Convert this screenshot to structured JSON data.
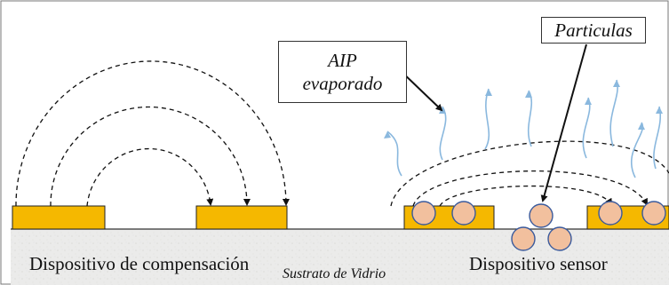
{
  "labels": {
    "compensation_device": "Dispositivo de compensación",
    "sensor_device": "Dispositivo sensor",
    "substrate": "Sustrato de Vidrio",
    "aip_line1": "AIP",
    "aip_line2": "evaporado",
    "particles": "Particulas"
  },
  "colors": {
    "electrode": "#f5b800",
    "particle": "#f2c09e",
    "particle_stroke": "#3a5a9c",
    "vapor": "#8ab8de",
    "substrate": "#ebebea"
  }
}
